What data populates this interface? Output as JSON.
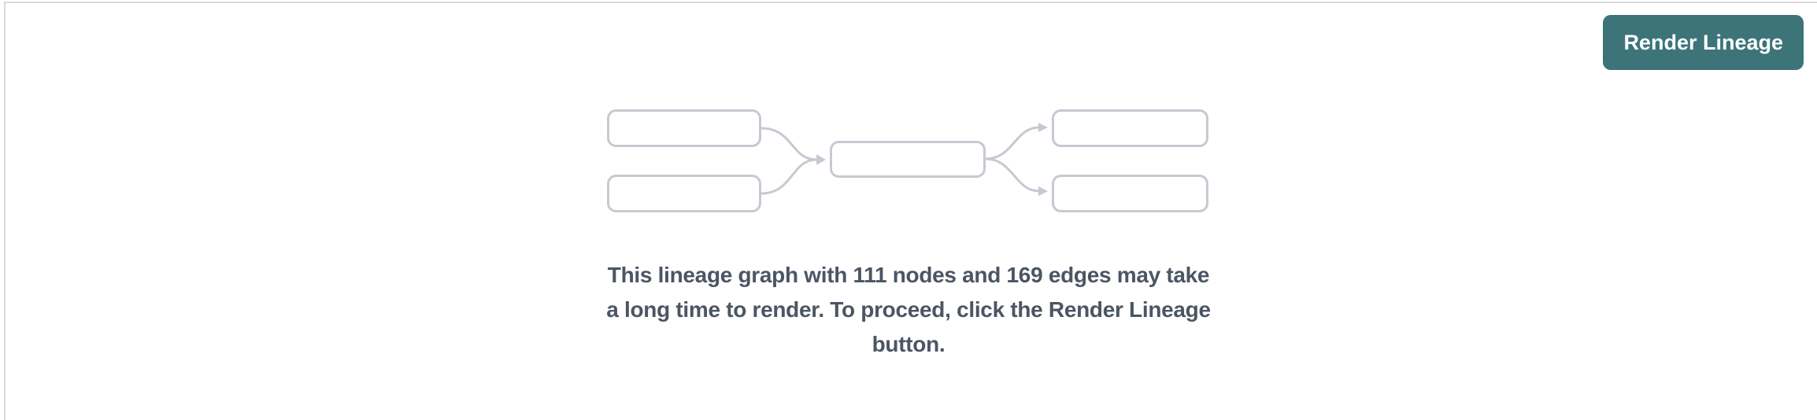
{
  "header": {
    "render_button_label": "Render Lineage"
  },
  "placeholder": {
    "message": "This lineage graph with 111 nodes and 169 edges may take\na long time to render. To proceed, click the Render Lineage\nbutton.",
    "node_count": "111",
    "edge_count": "169"
  },
  "icons": {
    "lineage_placeholder": "lineage-graph-icon"
  },
  "colors": {
    "accent_teal": "#3C7479",
    "button_text": "#FFFFFF",
    "message_text": "#4C5564",
    "graph_outline": "#C5CAD2",
    "divider": "#DADADE",
    "background": "#FFFFFF"
  }
}
